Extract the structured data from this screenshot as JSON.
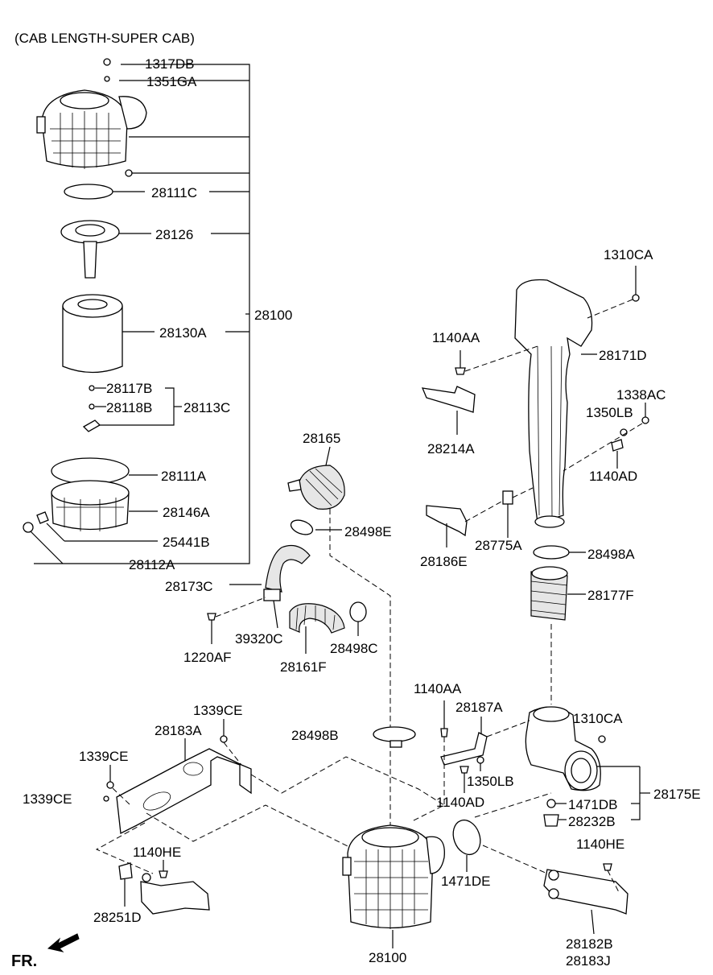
{
  "caption": "(CAB LENGTH-SUPER CAB)",
  "direction_label": "FR.",
  "labels": {
    "p1317DB": "1317DB",
    "p1351GA": "1351GA",
    "p28111C": "28111C",
    "p28126": "28126",
    "p28100_top": "28100",
    "p28130A": "28130A",
    "p28117B": "28117B",
    "p28118B": "28118B",
    "p28113C": "28113C",
    "p28111A": "28111A",
    "p28146A": "28146A",
    "p25441B": "25441B",
    "p28112A": "28112A",
    "p28165": "28165",
    "p28498E": "28498E",
    "p28173C": "28173C",
    "p1220AF": "1220AF",
    "p39320C": "39320C",
    "p28161F": "28161F",
    "p28498C": "28498C",
    "p1310CA_top": "1310CA",
    "p1140AA_top": "1140AA",
    "p28171D": "28171D",
    "p1338AC": "1338AC",
    "p1350LB_top": "1350LB",
    "p28214A": "28214A",
    "p1140AD_top": "1140AD",
    "p28775A": "28775A",
    "p28186E": "28186E",
    "p28498A": "28498A",
    "p28177F": "28177F",
    "p1140AA_bot": "1140AA",
    "p28187A": "28187A",
    "p1310CA_bot": "1310CA",
    "p1339CE_a": "1339CE",
    "p28183A": "28183A",
    "p28498B": "28498B",
    "p1339CE_b": "1339CE",
    "p1339CE_c": "1339CE",
    "p1350LB_bot": "1350LB",
    "p28175E": "28175E",
    "p1140AD_bot": "1140AD",
    "p1471DB": "1471DB",
    "p28232B": "28232B",
    "p1140HE_left": "1140HE",
    "p1471DE": "1471DE",
    "p1140HE_right": "1140HE",
    "p28251D": "28251D",
    "p28182B": "28182B",
    "p28183J": "28183J",
    "p28100_bot": "28100"
  }
}
